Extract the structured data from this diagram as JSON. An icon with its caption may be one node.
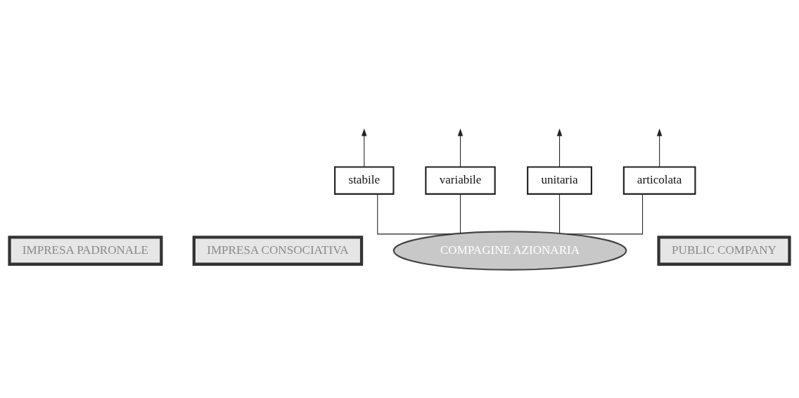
{
  "diagram": {
    "nodes": [
      {
        "text": [
          "IMPRESA PADRONALE"
        ]
      },
      {
        "text": [
          "IMPRESA CONSOCIATIVA"
        ]
      },
      {
        "text": [
          "stabile"
        ]
      },
      {
        "text": [
          "variabile"
        ]
      },
      {
        "text": [
          "PUBLIC COMPANY"
        ]
      },
      {
        "text": [
          "unitaria"
        ]
      },
      {
        "text": [
          "articolata"
        ]
      },
      {
        "text": [
          "COMPAGINE AZIONARIA"
        ]
      }
    ],
    "edges": [
      {
        "from": 7,
        "to": 2,
        "arrow": "none"
      },
      {
        "from": 7,
        "to": 3,
        "arrow": "none"
      },
      {
        "from": 7,
        "to": 5,
        "arrow": "none"
      },
      {
        "from": 7,
        "to": 6,
        "arrow": "none"
      },
      {
        "from": 2,
        "to": null,
        "arrow": "to"
      },
      {
        "from": 3,
        "to": null,
        "arrow": "to"
      },
      {
        "from": 5,
        "to": null,
        "arrow": "to"
      },
      {
        "from": 6,
        "to": null,
        "arrow": "to"
      }
    ]
  }
}
